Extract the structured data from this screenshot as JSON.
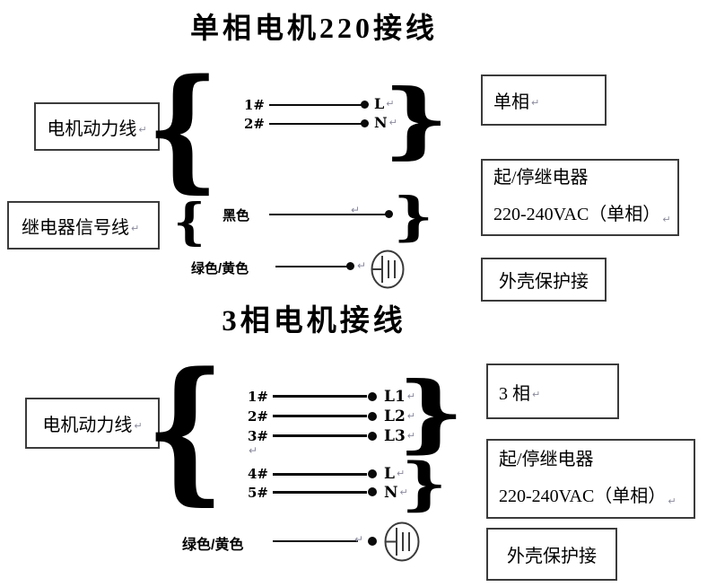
{
  "marks": {
    "return": "↵",
    "brace_left": "{",
    "brace_right": "}"
  },
  "colors": {
    "background": "#ffffff",
    "text": "#000000",
    "wire_line": "#0a0a0a",
    "box_border": "#3b3b3b",
    "return_mark": "#8a8a9e"
  },
  "section1": {
    "title": "单相电机220接线",
    "motor_power_label": "电机动力线",
    "wires": [
      {
        "id": "1#",
        "terminal": "L"
      },
      {
        "id": "2#",
        "terminal": "N"
      }
    ],
    "phase_box_label": "单相",
    "relay_box_line1": "起/停继电器",
    "relay_box_line2": "220-240VAC（单相）",
    "relay_signal_label": "继电器信号线",
    "signal_wire_color_label": "黑色",
    "ground_wire_color_label": "绿色/黄色",
    "ground_box_label": "外壳保护接"
  },
  "section2": {
    "title": "3相电机接线",
    "motor_power_label": "电机动力线",
    "phase_wires": [
      {
        "id": "1#",
        "terminal": "L1"
      },
      {
        "id": "2#",
        "terminal": "L2"
      },
      {
        "id": "3#",
        "terminal": "L3"
      }
    ],
    "power_wires": [
      {
        "id": "4#",
        "terminal": "L"
      },
      {
        "id": "5#",
        "terminal": "N"
      }
    ],
    "phase_box_label": "3 相",
    "relay_box_line1": "起/停继电器",
    "relay_box_line2": "220-240VAC（单相）",
    "ground_wire_color_label": "绿色/黄色",
    "ground_box_label": "外壳保护接"
  }
}
